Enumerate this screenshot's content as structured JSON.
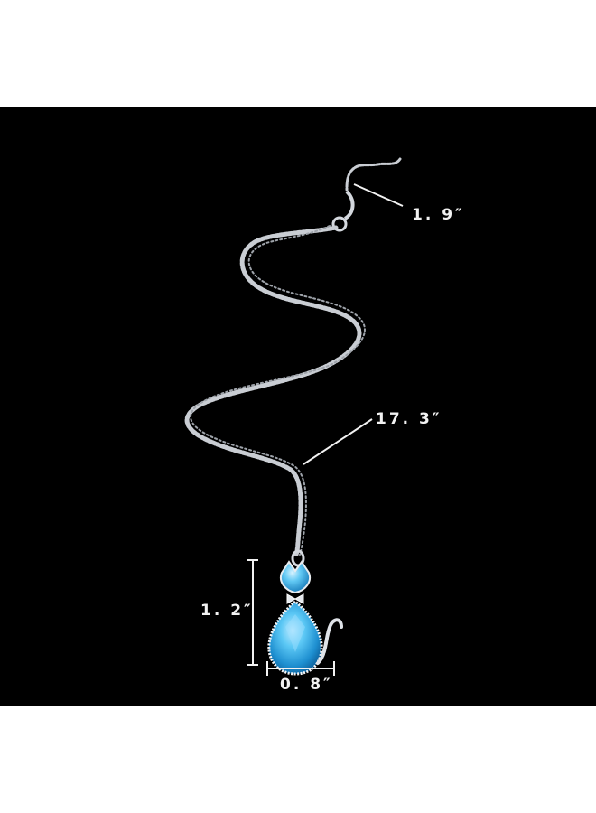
{
  "product_photo": {
    "background_color": "#000000",
    "chain_color": "#c9cdd3",
    "gem_color": "#3bb6ee",
    "dimension_labels": {
      "extender": "1. 9″",
      "chain_length": "17. 3″",
      "pendant_height": "1. 2″",
      "pendant_width": "0. 8″"
    }
  }
}
